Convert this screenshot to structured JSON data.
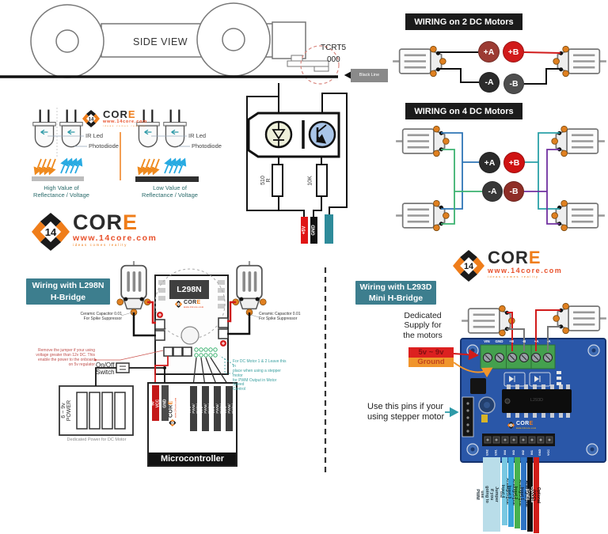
{
  "theme": {
    "panel_teal": "#3d7e8e",
    "header_dark": "#1b1b1b"
  },
  "side_view": {
    "label": "SIDE VIEW",
    "sensor_line1": "TCRT5",
    "sensor_line2": "000",
    "line_tag": "Black Line"
  },
  "wiring_2dc": {
    "title": "WIRING on 2 DC Motors",
    "terminals": [
      {
        "label": "+A",
        "color": "#9c3b33"
      },
      {
        "label": "+B",
        "color": "#d11b1b"
      },
      {
        "label": "-A",
        "color": "#2b2b2b"
      },
      {
        "label": "-B",
        "color": "#4e4e4e"
      }
    ]
  },
  "wiring_4dc": {
    "title": "WIRING on 4 DC Motors",
    "terminals": [
      {
        "label": "+A",
        "color": "#2b2b2b"
      },
      {
        "label": "+B",
        "color": "#cf1212"
      },
      {
        "label": "-A",
        "color": "#383838"
      },
      {
        "label": "-B",
        "color": "#8f2e27"
      }
    ]
  },
  "ir_compare": {
    "left": {
      "ir_led": "IR Led",
      "photodiode": "Photodiode",
      "caption": "High Value of\nReflectance / Voltage"
    },
    "right": {
      "ir_led": "IR Led",
      "photodiode": "Photodiode",
      "caption": "Low Value of\nReflectance / Voltage"
    }
  },
  "schematic": {
    "r1": "510 R",
    "r2": "10K",
    "pin_power": "+5V",
    "pin_ground": "GND"
  },
  "brand": {
    "number": "14",
    "name_cor": "COR",
    "name_e": "E",
    "url": "www.14core.com",
    "tagline": "ideas comes reality"
  },
  "l298n": {
    "title": "Wiring with L298N\nH-Bridge",
    "chip": "L298N",
    "cap_note": "Ceramic Capacitor 0.01\nFor Spike Suppressor",
    "jumper_note": "Remove the jumper if your using\nvoltage greater than 12v DC. This\nenable the power to the onboard\non 5v regulator",
    "switch_label": "On/Off\nSwitch",
    "battery_label": "6 ~ 9v POWER",
    "battery_caption": "Dedicated Power for DC Motor",
    "stepper_note": "For DC Motor 1 & 2 Leave this in\nplace when using a stepper motor\nfor PWM Output in Motor Speed\nControl",
    "mcu": {
      "label": "Microcontroller",
      "pin_vcc": "5v VCC",
      "pin_gnd": "GND",
      "pins": [
        "IN 1 - PWM/ Digital",
        "IN 2 - PWM/ Digital",
        "IN 3 - PWM/ Digital",
        "IN 4 - PWM/ Digital"
      ]
    }
  },
  "l293d": {
    "title": "Wiring with L293D\nMini H-Bridge",
    "chip": "L293D",
    "supply_note": "Dedicated\nSupply for\nthe motors",
    "supply_voltage": "5v ~ 9v",
    "supply_ground": "Ground",
    "stepper_note": "Use this pins if your\nusing stepper motor",
    "terminals": [
      "VIN",
      "GND",
      "+B",
      "-B",
      "+A",
      "-A"
    ],
    "header_pins": [
      "EN2",
      "EN1",
      "IN4",
      "IN3",
      "IN2",
      "IN1",
      "GND",
      "VCC"
    ],
    "pin_tags": [
      {
        "label": "Remove the Jumper if you\ngoing to use PWM",
        "bg": "#b9dde9",
        "fg": "#2a3a42"
      },
      {
        "label": "Analog/Digital Input 4",
        "bg": "#79c8e2",
        "fg": "#173a47"
      },
      {
        "label": "Analog/Digital Input 3",
        "bg": "#38a3d8",
        "fg": "#0d2a3a"
      },
      {
        "label": "Analog/Digital Input 2",
        "bg": "#47b14e",
        "fg": "#0f350f"
      },
      {
        "label": "Analog/Digital Input 1",
        "bg": "#2e74c4",
        "fg": "#0d2038"
      },
      {
        "label": "Optional (GND)",
        "bg": "#0f0f0f",
        "fg": "#ffffff"
      },
      {
        "label": "Optional (VCC)",
        "bg": "#d01d18",
        "fg": "#1a0505"
      }
    ]
  }
}
